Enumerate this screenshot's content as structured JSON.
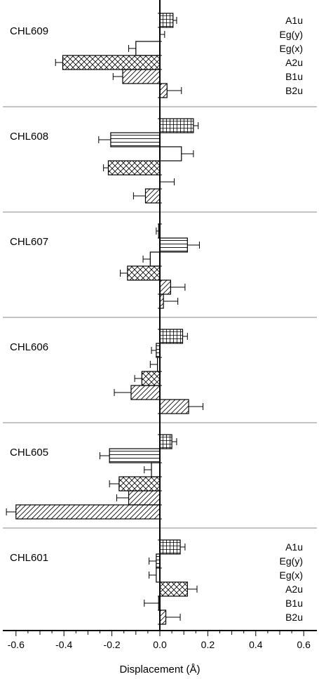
{
  "chart_data": {
    "type": "bar",
    "orientation": "horizontal",
    "xlabel": "Displacement (Å)",
    "xlim": [
      -0.63,
      0.63
    ],
    "xticks": [
      -0.6,
      -0.4,
      -0.2,
      0.0,
      0.2,
      0.4,
      0.6
    ],
    "xtick_labels": [
      "-0.6",
      "-0.4",
      "-0.2",
      "0.0",
      "0.2",
      "0.4",
      "0.6"
    ],
    "modes": [
      "A1u",
      "Eg(y)",
      "Eg(x)",
      "A2u",
      "B1u",
      "B2u"
    ],
    "mode_patterns": {
      "A1u": "grid",
      "Eg(y)": "horizontal",
      "Eg(x)": "none",
      "A2u": "crosshatch",
      "B1u": "diagonal",
      "B2u": "diagonal"
    },
    "legend_placement": "right",
    "legend_panels": [
      "CHL609",
      "CHL601"
    ],
    "panels": [
      {
        "name": "CHL609",
        "values": [
          0.055,
          0.0,
          -0.1,
          -0.405,
          -0.155,
          0.03
        ],
        "errors": [
          0.015,
          0.02,
          0.03,
          0.03,
          0.04,
          0.06
        ]
      },
      {
        "name": "CHL608",
        "values": [
          0.14,
          -0.205,
          0.09,
          -0.215,
          0.0,
          -0.06
        ],
        "errors": [
          0.02,
          0.05,
          0.05,
          0.02,
          0.06,
          0.05
        ]
      },
      {
        "name": "CHL607",
        "values": [
          -0.005,
          0.115,
          -0.04,
          -0.135,
          0.045,
          0.015
        ],
        "errors": [
          0.01,
          0.05,
          0.03,
          0.03,
          0.06,
          0.06
        ]
      },
      {
        "name": "CHL606",
        "values": [
          0.095,
          -0.015,
          -0.01,
          -0.075,
          -0.12,
          0.12
        ],
        "errors": [
          0.02,
          0.02,
          0.03,
          0.03,
          0.07,
          0.06
        ]
      },
      {
        "name": "CHL605",
        "values": [
          0.05,
          -0.21,
          -0.035,
          -0.17,
          -0.13,
          -0.6
        ],
        "errors": [
          0.02,
          0.04,
          0.03,
          0.04,
          0.05,
          0.04
        ]
      },
      {
        "name": "CHL601",
        "values": [
          0.085,
          -0.015,
          -0.015,
          0.115,
          -0.005,
          0.025
        ],
        "errors": [
          0.02,
          0.03,
          0.03,
          0.04,
          0.06,
          0.06
        ]
      }
    ]
  }
}
